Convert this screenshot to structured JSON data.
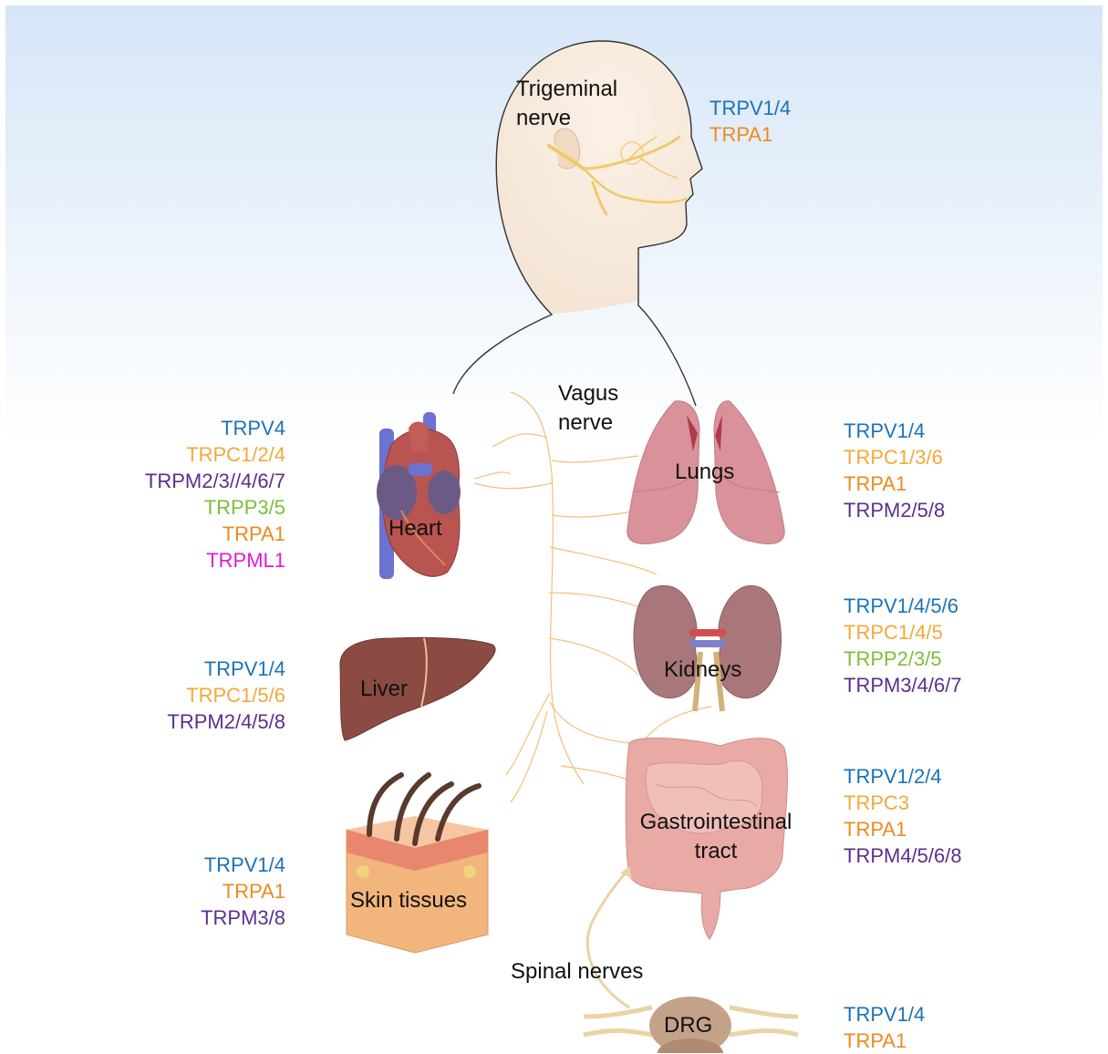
{
  "colors": {
    "TRPV": "#1a73b8",
    "TRPC": "#f2a93b",
    "TRPA": "#ee8a1e",
    "TRPM": "#5b2f8f",
    "TRPP": "#7cbf3a",
    "TRPML": "#e21bd9",
    "nerve": "#f2c078",
    "bg_top": "#dbe9f8"
  },
  "labels": {
    "trigeminal": "Trigeminal\nnerve",
    "vagus": "Vagus\nnerve",
    "spinal": "Spinal nerves",
    "heart": "Heart",
    "lungs": "Lungs",
    "liver": "Liver",
    "kidneys": "Kidneys",
    "skin": "Skin tissues",
    "gi": "Gastrointestinal\ntract",
    "drg": "DRG"
  },
  "channels": {
    "trigeminal": [
      {
        "text": "TRPV1/4",
        "family": "TRPV"
      },
      {
        "text": "TRPA1",
        "family": "TRPA"
      }
    ],
    "heart": [
      {
        "text": "TRPV4",
        "family": "TRPV"
      },
      {
        "text": "TRPC1/2/4",
        "family": "TRPC"
      },
      {
        "text": "TRPM2/3//4/6/7",
        "family": "TRPM"
      },
      {
        "text": "TRPP3/5",
        "family": "TRPP"
      },
      {
        "text": "TRPA1",
        "family": "TRPA"
      },
      {
        "text": "TRPML1",
        "family": "TRPML"
      }
    ],
    "lungs": [
      {
        "text": "TRPV1/4",
        "family": "TRPV"
      },
      {
        "text": "TRPC1/3/6",
        "family": "TRPC"
      },
      {
        "text": "TRPA1",
        "family": "TRPA"
      },
      {
        "text": "TRPM2/5/8",
        "family": "TRPM"
      }
    ],
    "liver": [
      {
        "text": "TRPV1/4",
        "family": "TRPV"
      },
      {
        "text": "TRPC1/5/6",
        "family": "TRPC"
      },
      {
        "text": "TRPM2/4/5/8",
        "family": "TRPM"
      }
    ],
    "kidneys": [
      {
        "text": "TRPV1/4/5/6",
        "family": "TRPV"
      },
      {
        "text": "TRPC1/4/5",
        "family": "TRPC"
      },
      {
        "text": "TRPP2/3/5",
        "family": "TRPP"
      },
      {
        "text": "TRPM3/4/6/7",
        "family": "TRPM"
      }
    ],
    "skin": [
      {
        "text": "TRPV1/4",
        "family": "TRPV"
      },
      {
        "text": "TRPA1",
        "family": "TRPA"
      },
      {
        "text": "TRPM3/8",
        "family": "TRPM"
      }
    ],
    "gi": [
      {
        "text": "TRPV1/2/4",
        "family": "TRPV"
      },
      {
        "text": "TRPC3",
        "family": "TRPC"
      },
      {
        "text": "TRPA1",
        "family": "TRPA"
      },
      {
        "text": "TRPM4/5/6/8",
        "family": "TRPM"
      }
    ],
    "drg": [
      {
        "text": "TRPV1/4",
        "family": "TRPV"
      },
      {
        "text": "TRPA1",
        "family": "TRPA"
      }
    ]
  }
}
